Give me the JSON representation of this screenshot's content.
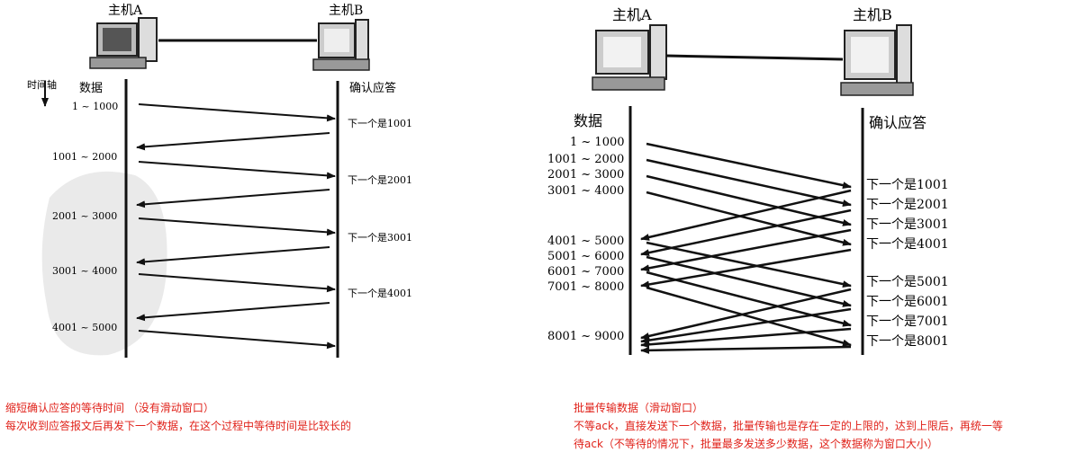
{
  "colors": {
    "ink": "#111111",
    "caption": "#e0221a",
    "watermark": "#d8d8d8"
  },
  "left": {
    "host_a": "主机A",
    "host_b": "主机B",
    "time_axis": "时间轴",
    "data_label": "数据",
    "ack_label": "确认应答",
    "segments": [
      "1 ~ 1000",
      "1001 ~ 2000",
      "2001 ~ 3000",
      "3001 ~ 4000",
      "4001 ~ 5000"
    ],
    "acks": [
      "下一个是1001",
      "下一个是2001",
      "下一个是3001",
      "下一个是4001"
    ]
  },
  "right": {
    "host_a": "主机A",
    "host_b": "主机B",
    "data_label": "数据",
    "ack_label": "确认应答",
    "segments": [
      "1 ~ 1000",
      "1001 ~ 2000",
      "2001 ~ 3000",
      "3001 ~ 4000",
      "4001 ~ 5000",
      "5001 ~ 6000",
      "6001 ~ 7000",
      "7001 ~ 8000",
      "8001 ~ 9000"
    ],
    "acks": [
      "下一个是1001",
      "下一个是2001",
      "下一个是3001",
      "下一个是4001",
      "下一个是5001",
      "下一个是6001",
      "下一个是7001",
      "下一个是8001"
    ]
  },
  "captions": {
    "left_title": "缩短确认应答的等待时间 （没有滑动窗口）",
    "left_desc": "每次收到应答报文后再发下一个数据，在这个过程中等待时间是比较长的",
    "right_title": "批量传输数据（滑动窗口）",
    "right_desc_1": "不等ack，直接发送下一个数据，批量传输也是存在一定的上限的，达到上限后，再统一等",
    "right_desc_2": "待ack（不等待的情况下，批量最多发送多少数据，这个数据称为窗口大小）"
  }
}
